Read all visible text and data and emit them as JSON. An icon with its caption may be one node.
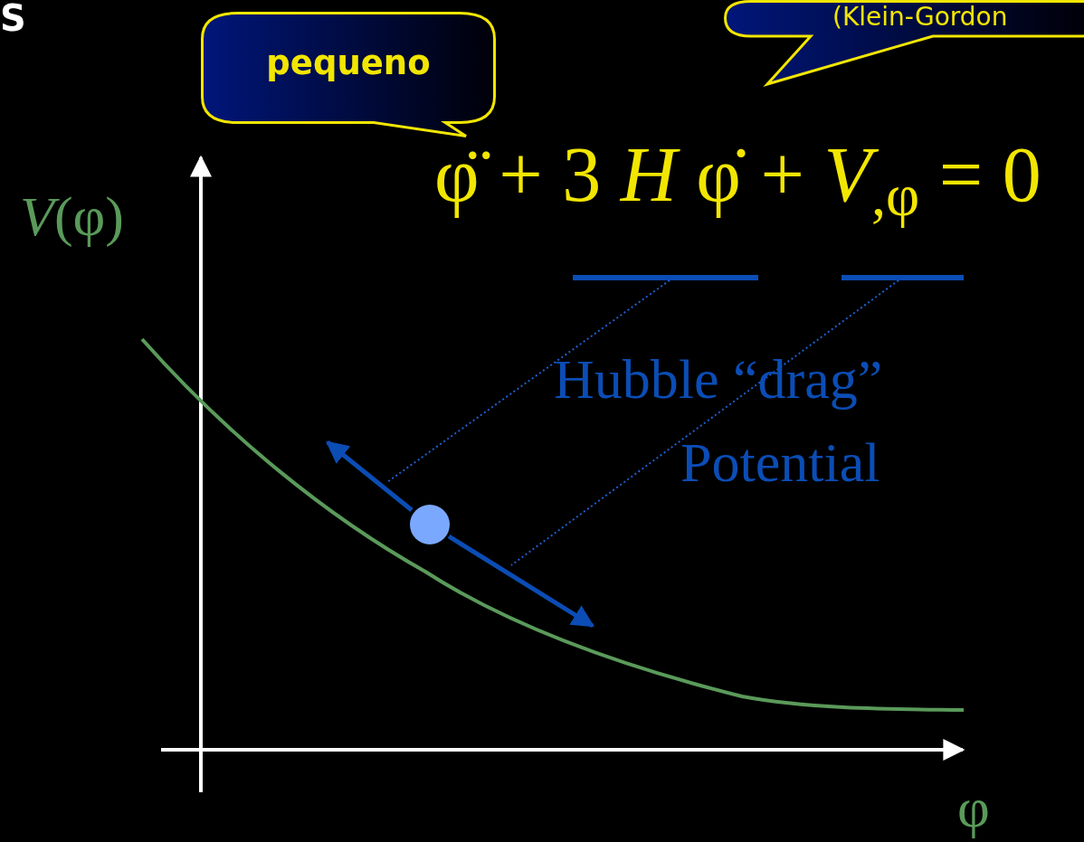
{
  "diagram": {
    "nodes": [
      {
        "text": [
          "pequeno"
        ]
      },
      {
        "text": [
          "(Klein-Gordon"
        ]
      },
      {
        "text": [
          "φ̈ + 3 *H* φ̇ + *V*$_{,φ}$ = 0"
        ]
      },
      {
        "text": [],
        "shape": "bar"
      },
      {
        "text": [],
        "shape": "bar"
      },
      {
        "text": [],
        "shape": "arrow"
      },
      {
        "text": [],
        "shape": "arrow"
      }
    ],
    "edges": [
      {
        "from": 3,
        "to": 5,
        "arrow": "none",
        "style": "dashed"
      },
      {
        "from": 4,
        "to": 6,
        "arrow": "none",
        "style": "dashed"
      }
    ],
    "labels": [
      "S",
      "*V*(φ)",
      "Hubble “drag”",
      "Potential",
      "φ"
    ]
  }
}
